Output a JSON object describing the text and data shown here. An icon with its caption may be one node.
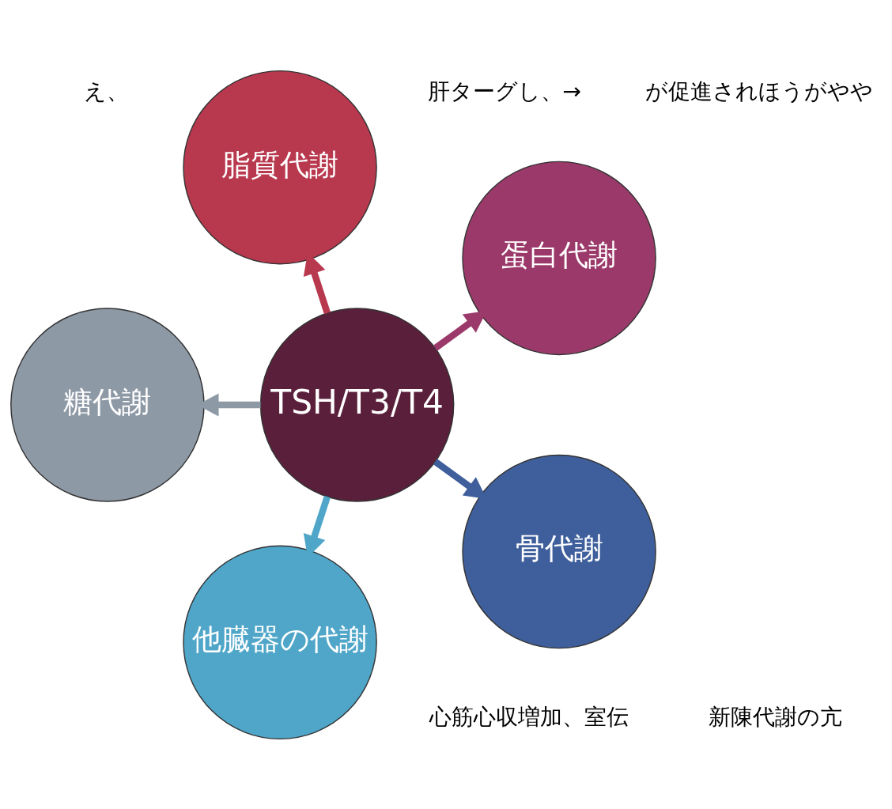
{
  "diagram": {
    "nodes": [
      {
        "text": [
          "TSH/T3/T4"
        ]
      },
      {
        "text": [
          "蛋白代謝"
        ]
      },
      {
        "text": [
          "脂質代謝"
        ]
      },
      {
        "text": [
          "糖代謝"
        ]
      },
      {
        "text": [
          "他臓器の代謝"
        ]
      },
      {
        "text": [
          "骨代謝"
        ]
      }
    ],
    "edges": [
      {
        "from": 0,
        "to": 1,
        "arrow": "to",
        "color": "#9b3a6a"
      },
      {
        "from": 0,
        "to": 2,
        "arrow": "to",
        "color": "#b8384e"
      },
      {
        "from": 0,
        "to": 3,
        "arrow": "to",
        "color": "#8e99a6"
      },
      {
        "from": 0,
        "to": 4,
        "arrow": "to",
        "color": "#4fa6c8"
      },
      {
        "from": 0,
        "to": 5,
        "arrow": "to",
        "color": "#3f5f9c"
      }
    ],
    "labels": [
      "が促進されほうがやや",
      "新陳代謝の亢",
      "え、",
      "心筋心収増加、室伝",
      "肝ターグし、→"
    ]
  }
}
